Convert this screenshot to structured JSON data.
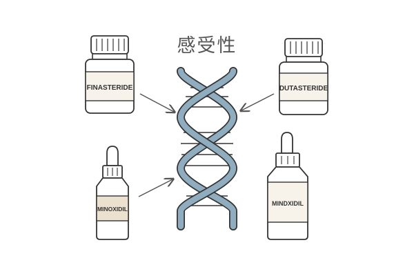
{
  "title": "感受性",
  "products": {
    "finasteride": "FINASTERIDE",
    "dutasteride": "DUTASTERIDE",
    "minoxidil_dropper": "MINOXIDIL",
    "minoxidil_bottle": "MINDXIDIL"
  },
  "colors": {
    "outline": "#333333",
    "label_background_light": "#f7f2ea",
    "label_background_tan": "#ece0ce",
    "dna_strand": "#8fadbf",
    "arrow": "#555555",
    "title_text": "#555555"
  },
  "icons": {
    "dna": "dna-double-helix-icon",
    "arrow": "arrow-icon"
  }
}
